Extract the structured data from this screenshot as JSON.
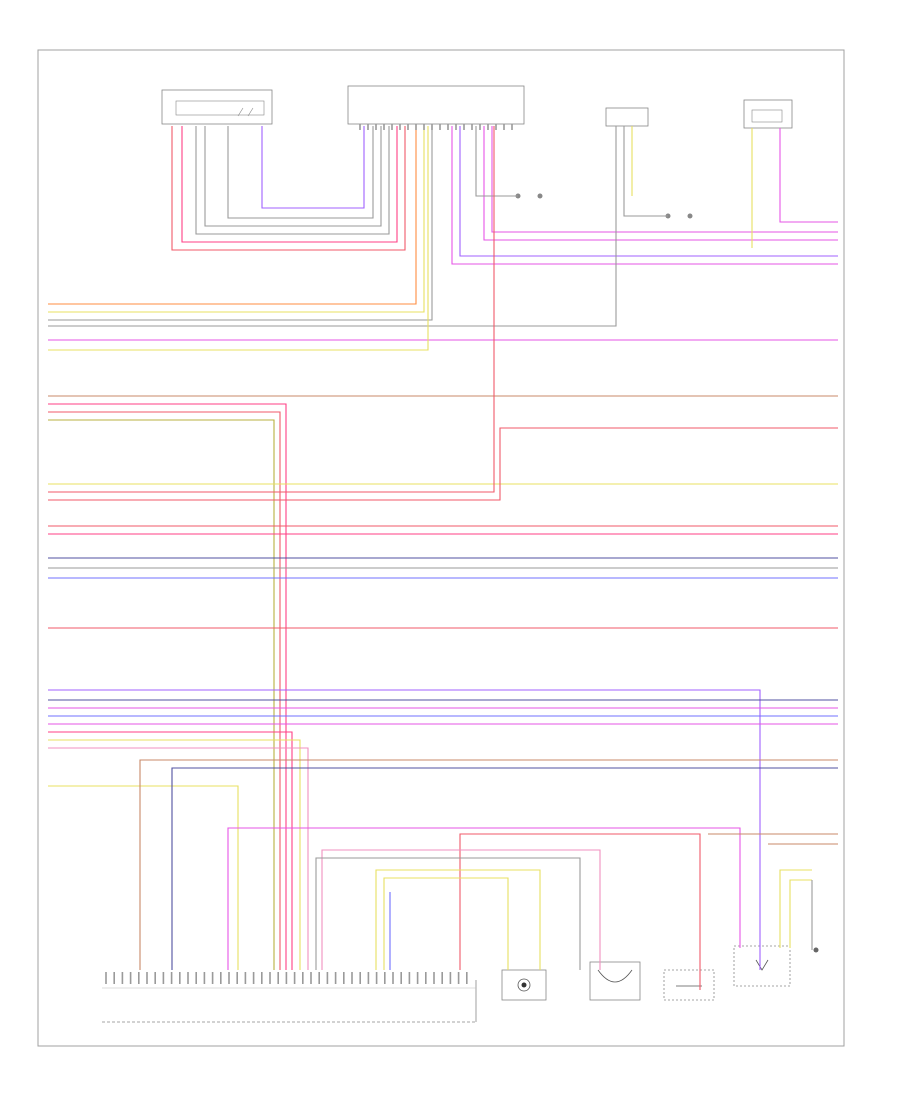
{
  "diagram": {
    "footer_code": "",
    "components": [
      {
        "id": "c1",
        "label": ""
      },
      {
        "id": "c2",
        "label": ""
      },
      {
        "id": "c3",
        "label": ""
      },
      {
        "id": "c4",
        "label": ""
      },
      {
        "id": "ecm",
        "label": ""
      },
      {
        "id": "s1",
        "label": ""
      },
      {
        "id": "s2",
        "label": ""
      },
      {
        "id": "s3",
        "label": ""
      },
      {
        "id": "s4",
        "label": ""
      },
      {
        "id": "s5",
        "label": ""
      }
    ]
  }
}
